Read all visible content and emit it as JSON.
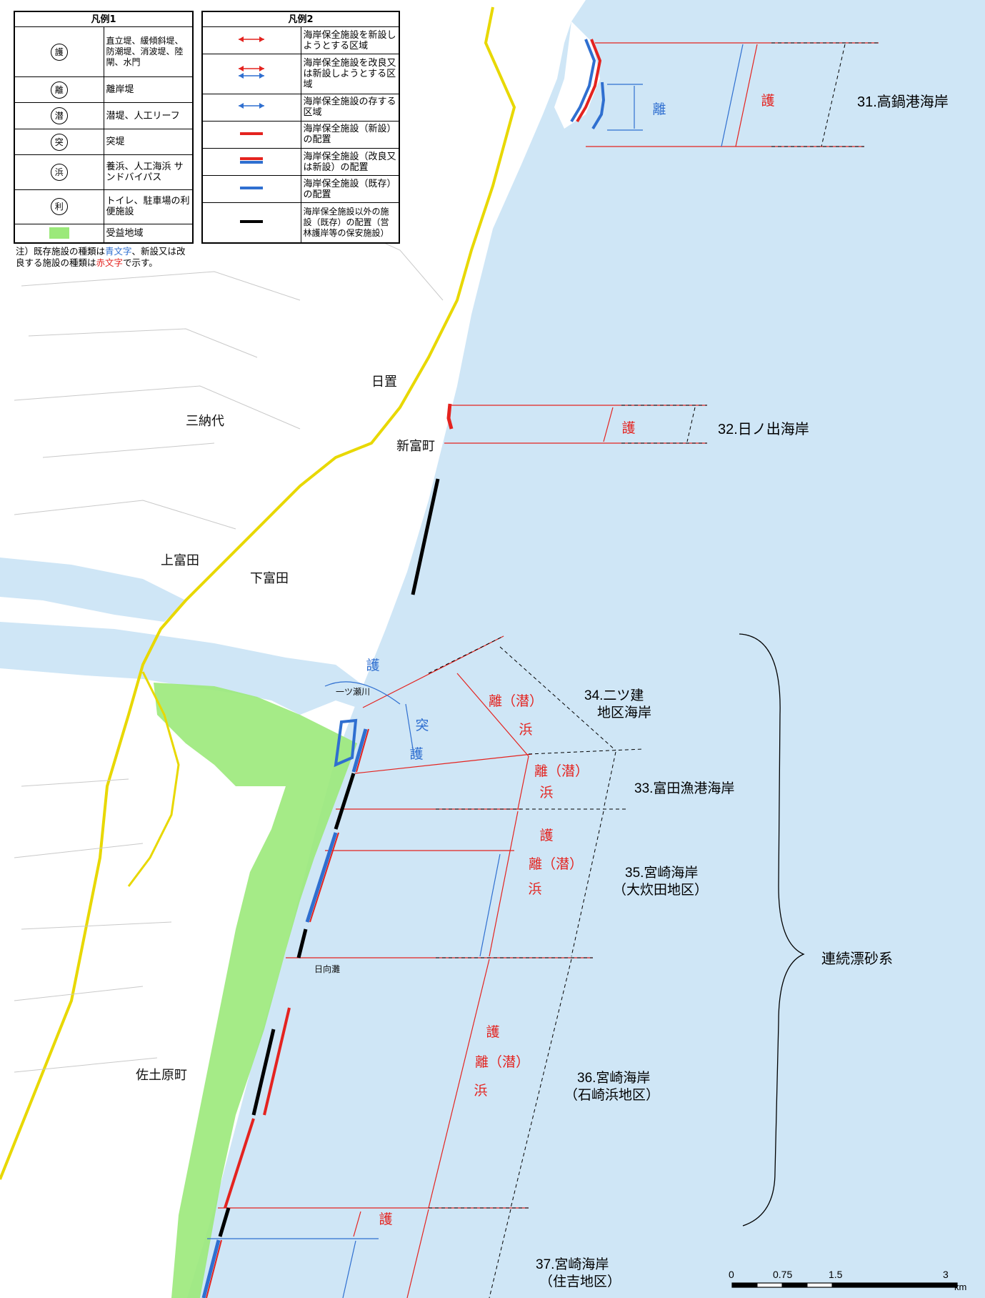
{
  "legend1": {
    "title": "凡例1",
    "items": [
      {
        "sym": "護",
        "label": "直立堤、緩傾斜堤、防潮堤、消波堤、陸閘、水門"
      },
      {
        "sym": "離",
        "label": "離岸堤"
      },
      {
        "sym": "潜",
        "label": "潜堤、人工リーフ"
      },
      {
        "sym": "突",
        "label": "突堤"
      },
      {
        "sym": "浜",
        "label": "養浜、人工海浜 サンドバイパス"
      },
      {
        "sym": "利",
        "label": "トイレ、駐車場の利便施設"
      },
      {
        "sym": "",
        "label": "受益地域"
      }
    ]
  },
  "legend2": {
    "title": "凡例2",
    "items": [
      {
        "label": "海岸保全施設を新設しようとする区域"
      },
      {
        "label": "海岸保全施設を改良又は新設しようとする区域"
      },
      {
        "label": "海岸保全施設の存する区域"
      },
      {
        "label": "海岸保全施設（新設）の配置"
      },
      {
        "label": "海岸保全施設（改良又は新設）の配置"
      },
      {
        "label": "海岸保全施設（既存）の配置"
      },
      {
        "label": "海岸保全施設以外の施設（既存）の配置（営林護岸等の保安施設）"
      }
    ]
  },
  "note": {
    "prefix": "注）既存施設の種類は",
    "blue": "青文字",
    "middle": "、新設又は改良する施設の種類は",
    "red": "赤文字",
    "suffix": "で示す。"
  },
  "coasts": {
    "c31": "31.高鍋港海岸",
    "c32": "32.日ノ出海岸",
    "c34a": "34.二ツ建",
    "c34b": "地区海岸",
    "c33": "33.富田漁港海岸",
    "c35a": "35.宮崎海岸",
    "c35b": "（大炊田地区）",
    "c36a": "36.宮崎海岸",
    "c36b": "（石崎浜地区）",
    "c37a": "37.宮崎海岸",
    "c37b": "（住吉地区）",
    "system": "連続漂砂系"
  },
  "facility_symbols": {
    "c31_blue": "離",
    "c31_red": "護",
    "c32_red": "護",
    "river_blue": "護",
    "c34_blue1": "突",
    "c34_blue2": "護",
    "c34_red1": "離（潜）",
    "c34_red2": "浜",
    "c33_red1": "離（潜）",
    "c33_red2": "浜",
    "c35_red1": "護",
    "c35_red2": "離（潜）",
    "c35_red3": "浜",
    "c36_red1": "護",
    "c36_red2": "離（潜）",
    "c36_red3": "浜",
    "c37_red1": "護"
  },
  "scale_bar": {
    "ticks": [
      "0",
      "0.75",
      "1.5",
      "3"
    ],
    "unit": "km"
  },
  "map_labels": {
    "town1": "新富町",
    "town2": "日置",
    "town3": "三納代",
    "town4": "上富田",
    "town5": "下富田",
    "town6": "佐土原町",
    "river1": "一ツ瀬川",
    "river2": "日向灘"
  },
  "colors": {
    "sea": "#cfe6f6",
    "land": "#ffffff",
    "benefit": "#9be97a",
    "new": "#e4231f",
    "existing": "#2f6fd0",
    "other": "#000000",
    "road": "#e8d800"
  }
}
